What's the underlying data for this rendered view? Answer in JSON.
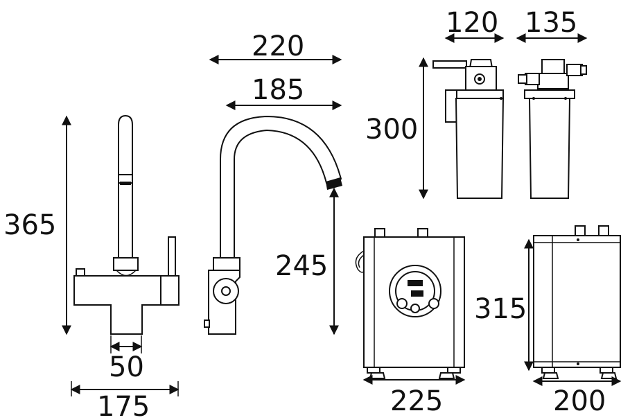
{
  "dimensions": {
    "tap_height": "365",
    "tap_lever_width": "50",
    "tap_base_width": "175",
    "spout_reach": "220",
    "spout_inner": "185",
    "spout_height": "245",
    "filter_width_side": "120",
    "filter_width_front": "135",
    "filter_height": "300",
    "tank_height": "315",
    "tank_width": "225",
    "tank_depth": "200"
  },
  "colors": {
    "ink": "#111111",
    "background": "#ffffff"
  }
}
